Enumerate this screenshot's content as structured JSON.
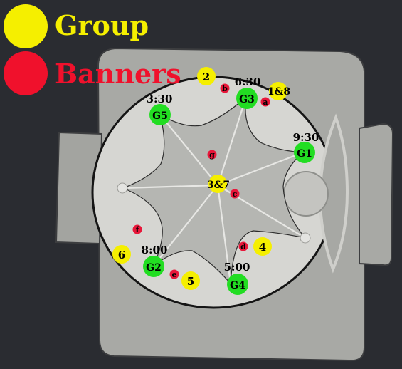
{
  "legend": [
    {
      "label": "Group",
      "color": "#f5ef00"
    },
    {
      "label": "Banners",
      "color": "#f0112c"
    }
  ],
  "colors": {
    "group": "#f5ef00",
    "banner": "#e8173a",
    "waymark": "#22dd22",
    "background": "#2a2c31"
  },
  "waymarks": [
    {
      "label": "G1",
      "time": "9:30"
    },
    {
      "label": "G2",
      "time": "8:00"
    },
    {
      "label": "G3",
      "time": "6:30"
    },
    {
      "label": "G4",
      "time": "5:00"
    },
    {
      "label": "G5",
      "time": "3:30"
    }
  ],
  "groups": [
    "2",
    "1&8",
    "3&7",
    "4",
    "5",
    "6"
  ],
  "banners": [
    "a",
    "b",
    "c",
    "d",
    "e",
    "f",
    "g"
  ]
}
